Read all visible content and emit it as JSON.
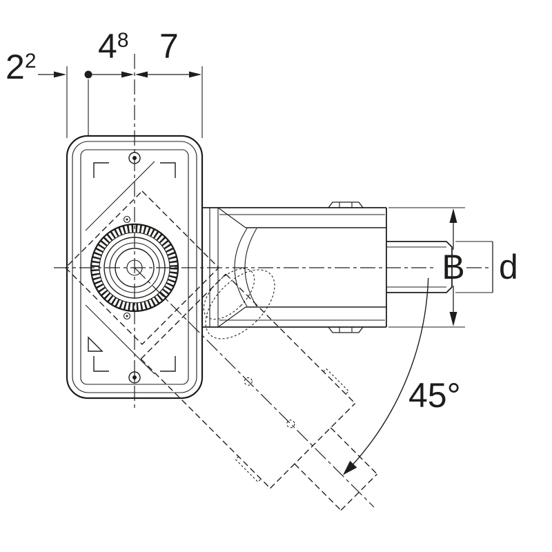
{
  "drawing": {
    "background": "#ffffff",
    "line_color": "#1d1d1b",
    "labels": {
      "dim_2": {
        "main": "2",
        "sup": "2"
      },
      "dim_48": {
        "main": "4",
        "sup": "8"
      },
      "dim_7": "7",
      "dim_B": "B",
      "dim_d": "d",
      "angle": "45°"
    }
  }
}
